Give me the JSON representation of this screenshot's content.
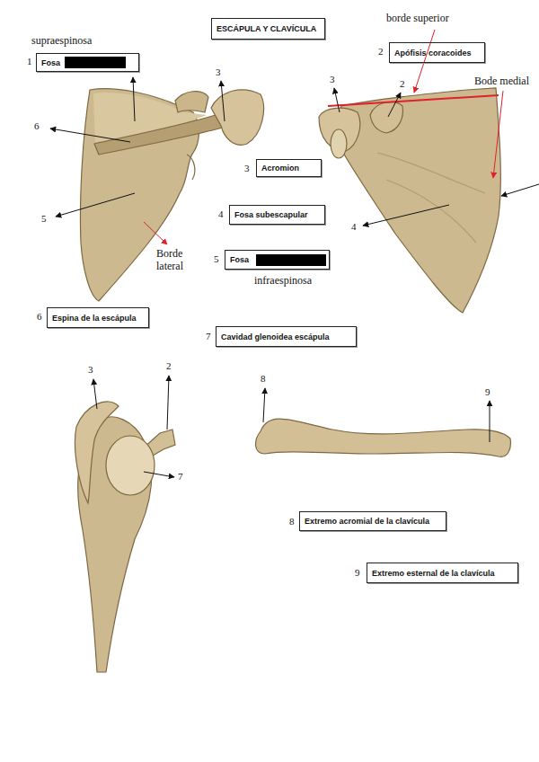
{
  "diagram": {
    "nodes": [
      {
        "text": [
          "ESCÁPULA Y CLAVÍCULA"
        ]
      },
      {
        "text": [
          "supraespinosa",
          "Fosa"
        ]
      },
      {
        "text": [
          "Apófisis coracoides"
        ]
      },
      {
        "text": [
          "Acromion"
        ]
      },
      {
        "text": [
          "Fosa subescapular"
        ]
      },
      {
        "text": [
          "Fosa",
          "infraespinosa"
        ]
      },
      {
        "text": [
          "Espina de la escápula"
        ]
      },
      {
        "text": [
          "Cavidad glenoidea escápula"
        ]
      },
      {
        "text": [
          "Extremo acromial de la clavícula"
        ]
      },
      {
        "text": [
          "Extremo esternal de la clavícula"
        ]
      }
    ],
    "labels": [
      "1",
      "2",
      "3",
      "4",
      "5",
      "6",
      "7",
      "8",
      "9",
      "3",
      "6",
      "5",
      "3",
      "2",
      "4",
      "3",
      "2",
      "7",
      "8",
      "9",
      "borde superior",
      "Bode medial",
      "Borde lateral"
    ]
  }
}
